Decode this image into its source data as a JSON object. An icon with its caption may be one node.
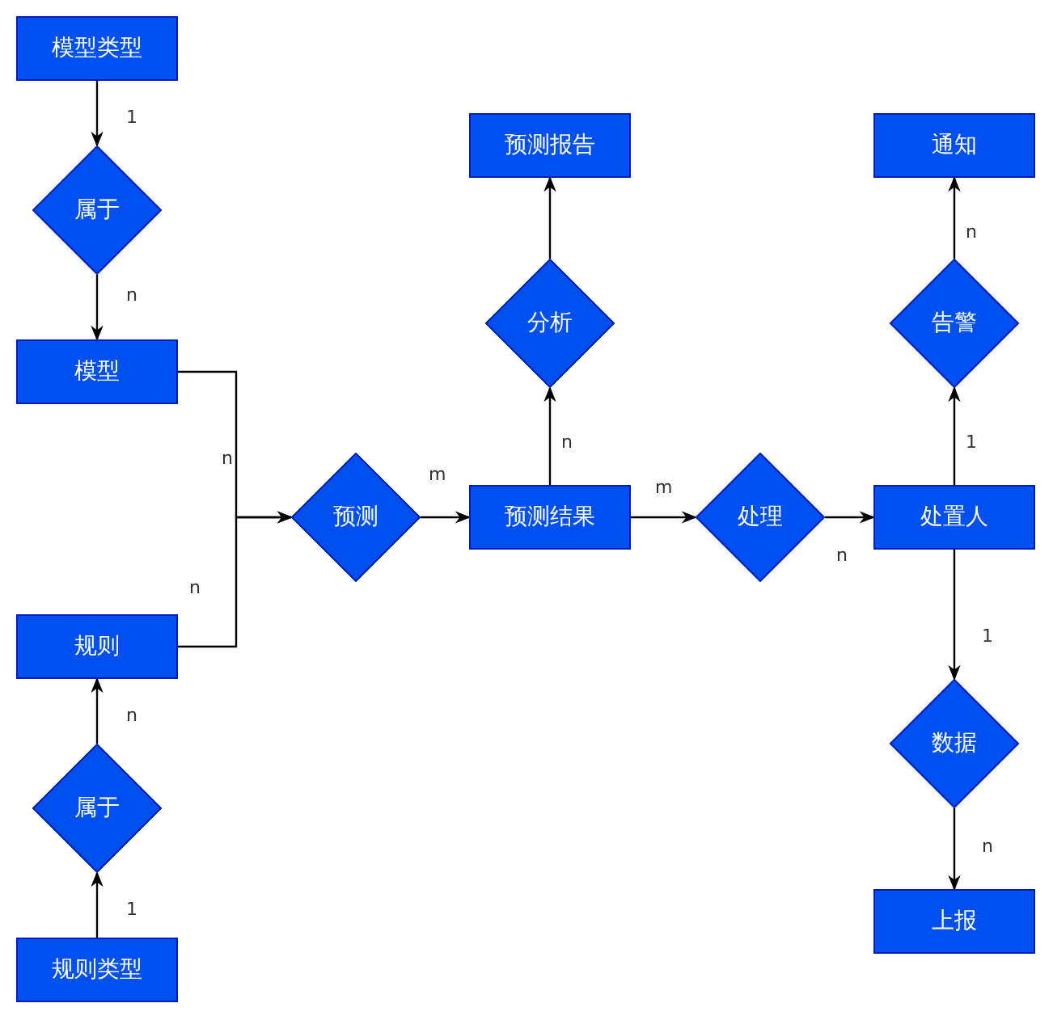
{
  "diagram": {
    "nodes": [
      {
        "text": [
          "模型类型"
        ]
      },
      {
        "text": [
          "属于"
        ]
      },
      {
        "text": [
          "模型"
        ]
      },
      {
        "text": [
          "规则"
        ]
      },
      {
        "text": [
          "属于"
        ]
      },
      {
        "text": [
          "规则类型"
        ]
      },
      {
        "text": [
          "预测"
        ]
      },
      {
        "text": [
          "预测结果"
        ]
      },
      {
        "text": [
          "分析"
        ]
      },
      {
        "text": [
          "预测报告"
        ]
      },
      {
        "text": [
          "处理"
        ]
      },
      {
        "text": [
          "处置人"
        ]
      },
      {
        "text": [
          "告警"
        ]
      },
      {
        "text": [
          "通知"
        ]
      },
      {
        "text": [
          "数据"
        ]
      },
      {
        "text": [
          "上报"
        ]
      }
    ],
    "edges": [
      {
        "from": 0,
        "to": 1,
        "arrow": "to",
        "label": "1"
      },
      {
        "from": 1,
        "to": 2,
        "arrow": "to",
        "label": "n"
      },
      {
        "from": 2,
        "to": 6,
        "arrow": "to",
        "label": "n"
      },
      {
        "from": 3,
        "to": 6,
        "arrow": "to",
        "label": "n"
      },
      {
        "from": 6,
        "to": 7,
        "arrow": "to",
        "label": "m"
      },
      {
        "from": 7,
        "to": 8,
        "arrow": "to",
        "label": "n"
      },
      {
        "from": 8,
        "to": 9,
        "arrow": "to"
      },
      {
        "from": 7,
        "to": 10,
        "arrow": "to",
        "label": "m"
      },
      {
        "from": 10,
        "to": 11,
        "arrow": "to",
        "label": "n"
      },
      {
        "from": 11,
        "to": 12,
        "arrow": "to",
        "label": "1"
      },
      {
        "from": 12,
        "to": 13,
        "arrow": "to",
        "label": "n"
      },
      {
        "from": 11,
        "to": 14,
        "arrow": "to",
        "label": "1"
      },
      {
        "from": 14,
        "to": 15,
        "arrow": "to",
        "label": "n"
      },
      {
        "from": 5,
        "to": 4,
        "arrow": "to",
        "label": "1"
      },
      {
        "from": 4,
        "to": 3,
        "arrow": "to",
        "label": "n"
      }
    ]
  }
}
